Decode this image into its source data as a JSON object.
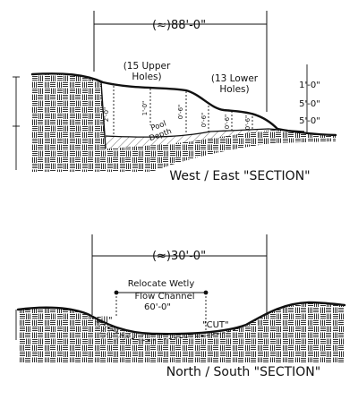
{
  "top": {
    "dimension": "(≈)88'-0\"",
    "upper_holes": [
      "(15 Upper",
      "Holes)"
    ],
    "lower_holes": [
      "(13 Lower",
      "Holes)"
    ],
    "pool_depth": [
      "Pool",
      "Depth"
    ],
    "vertical_labels": [
      "2'-0\"",
      "1'-0\"",
      "0'-6\"",
      "0'-6\"",
      "0'-6\"",
      "0'-6\""
    ],
    "right_labels": [
      "1'-0\"",
      "5'-0\"",
      "5'-0\""
    ],
    "caption": "West / East \"SECTION\""
  },
  "bottom": {
    "dimension": "(≈)30'-0\"",
    "relocate": [
      "Relocate Wetly",
      "Flow Channel",
      "60'-0\""
    ],
    "fill_label": "\"Fill\"",
    "cut_label": "\"CUT\"",
    "caption": "North / South \"SECTION\""
  }
}
